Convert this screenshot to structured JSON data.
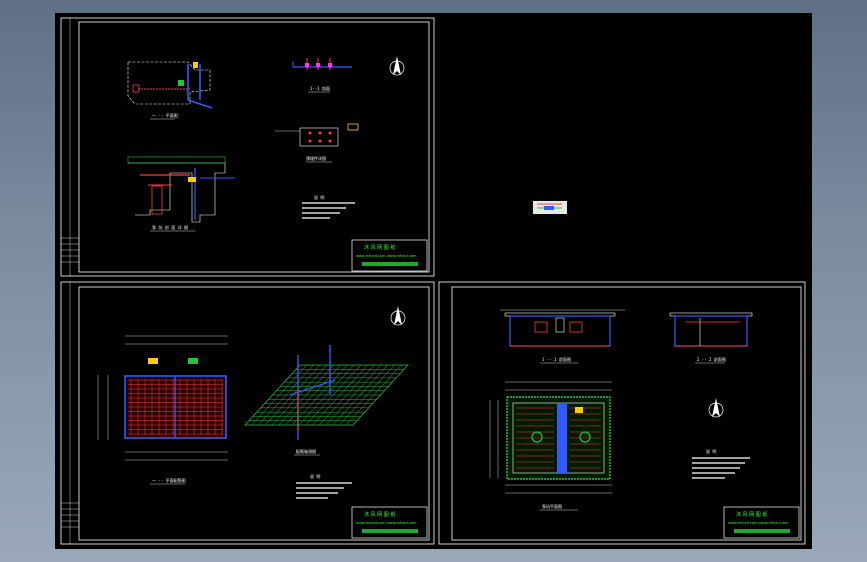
{
  "colors": {
    "canvas": "#000000",
    "frame": "#ffffff",
    "structure": "#ffffff",
    "rebar": "#ff3b3b",
    "pipe": "#2f5bff",
    "mesh": "#22c43a",
    "accent": "#ffcc00",
    "cyan": "#21d4e6",
    "magenta": "#ff33ff",
    "titleblock_text": "#33ff33"
  },
  "sheets": [
    {
      "id": "sheet-1",
      "icons": [
        "north-arrow-icon"
      ]
    },
    {
      "id": "sheet-2",
      "icons": [
        "north-arrow-icon"
      ]
    },
    {
      "id": "sheet-3",
      "icons": [
        "north-arrow-icon"
      ]
    }
  ],
  "title_block": {
    "line1": "沐 风 网  图 纸",
    "line2": "www.mfcad.com   www.mfcad.com"
  },
  "icons": {
    "north_arrow": "north-arrow-icon"
  }
}
